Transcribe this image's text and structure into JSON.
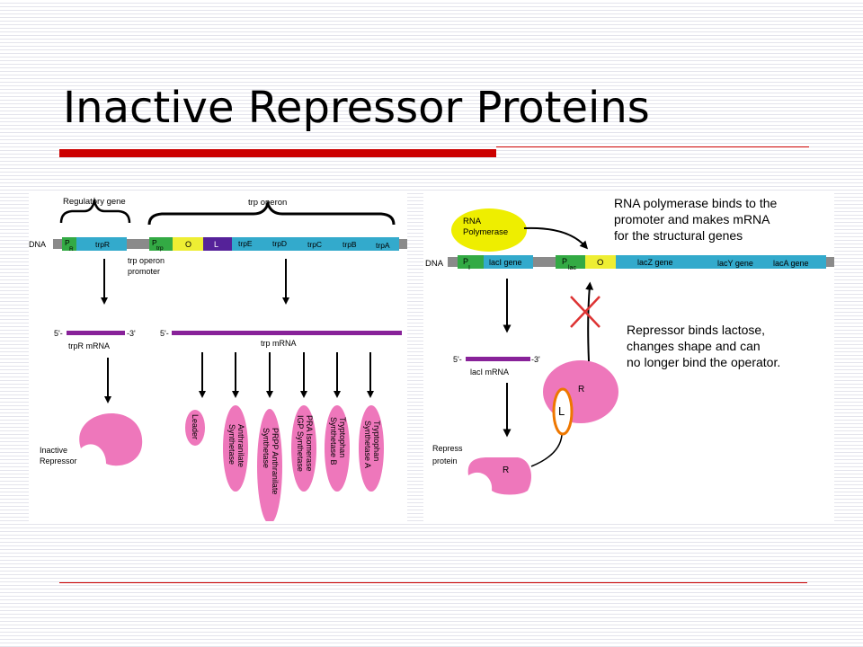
{
  "slide": {
    "title": "Inactive Repressor Proteins"
  },
  "left": {
    "dna_label": "DNA",
    "regulatory_gene_label": "Regulatory gene",
    "trp_operon_label": "trp operon",
    "p_r": {
      "main": "P",
      "sub": "R"
    },
    "trpR": "trpR",
    "p_trp": {
      "main": "P",
      "sub": "trp"
    },
    "operator": "O",
    "leader": "L",
    "genes": [
      "trpE",
      "trpD",
      "trpC",
      "trpB",
      "trpA"
    ],
    "promoter_caption": [
      "trp operon",
      "promoter"
    ],
    "five_prime": "5'-",
    "three_prime": "-3'",
    "trpR_mrna": "trpR mRNA",
    "five_prime_2": "5'-",
    "trp_mrna": "trp mRNA",
    "inactive_repressor": [
      "Inactive",
      "Repressor"
    ],
    "proteins": [
      [
        "Leader"
      ],
      [
        "Anthranilate",
        "Synthetase"
      ],
      [
        "PRPP Anthranilate",
        "Synthetase"
      ],
      [
        "PRA Isomerase",
        "IGP Synthetase"
      ],
      [
        "Tryptophan",
        "Synthetase B"
      ],
      [
        "Tryptophan",
        "Synthetase A"
      ]
    ]
  },
  "right": {
    "rna_polymerase": [
      "RNA",
      "Polymerase"
    ],
    "note_top": [
      "RNA polymerase binds to the",
      "promoter and makes mRNA",
      "for the structural genes"
    ],
    "dna_label": "DNA",
    "p_i": {
      "main": "P",
      "sub": "I"
    },
    "lacI_gene": "lacI gene",
    "p_lac": {
      "main": "P",
      "sub": "lac"
    },
    "operator": "O",
    "lacZ": "lacZ gene",
    "lacY": "lacY gene",
    "lacA": "lacA gene",
    "note_repressor": [
      "Repressor binds lactose,",
      "changes shape and can",
      "no longer bind the operator."
    ],
    "five_prime": "5'-",
    "three_prime": "-3'",
    "lacI_mrna": "lacI mRNA",
    "repressor_protein": [
      "Repress",
      "protein"
    ],
    "r_label": "R",
    "r_label_2": "R",
    "lactose": "L"
  },
  "colors": {
    "accent_red": "#cc0000",
    "gene_blue": "#33aacc",
    "gene_green": "#33aa44",
    "operator_yellow": "#eeee33",
    "leader_purple": "#552299",
    "mrna_purple": "#882299",
    "protein_pink": "#ee77bb",
    "dna_gray": "#888888"
  }
}
